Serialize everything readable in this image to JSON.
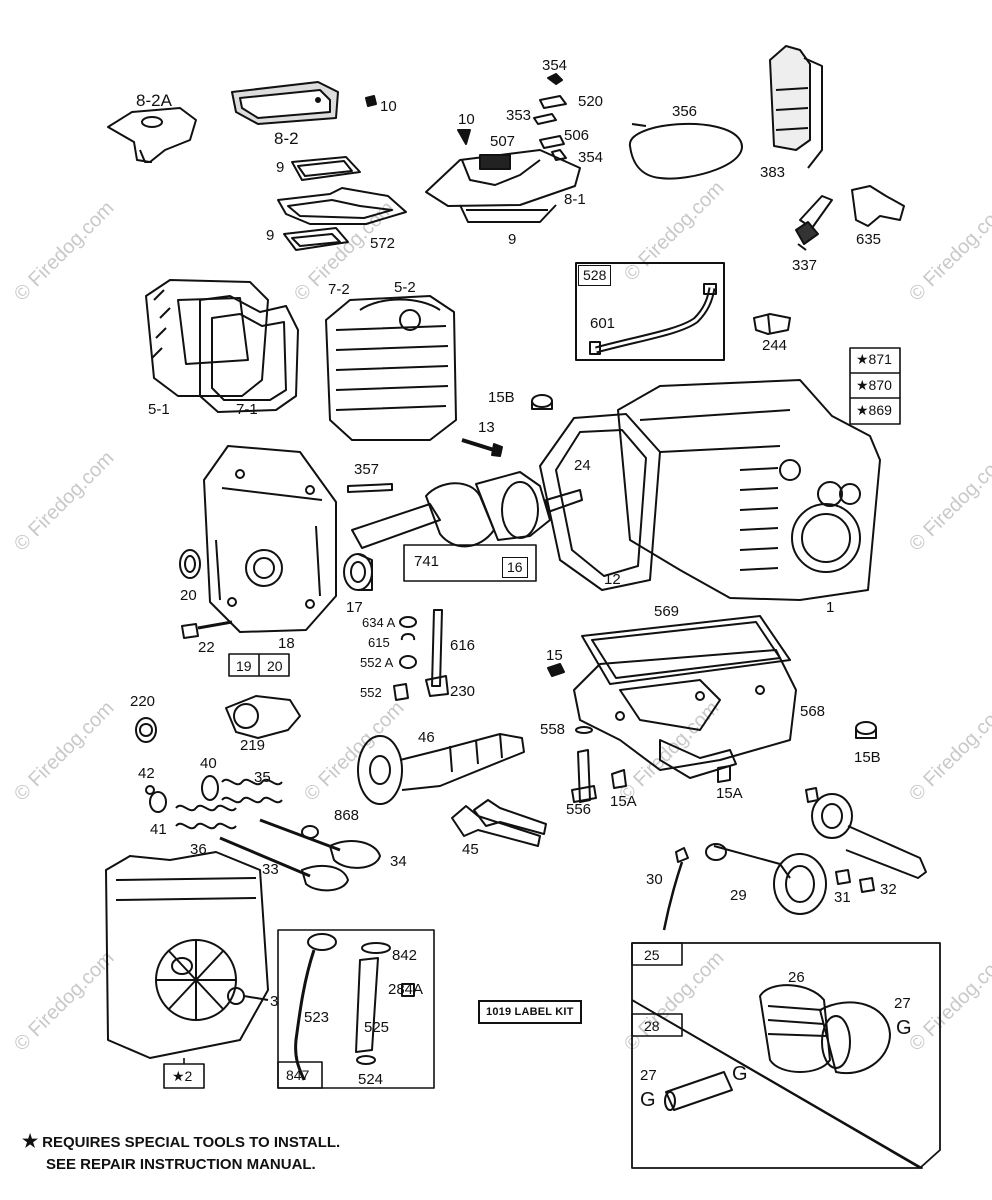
{
  "watermark": "© Firedog.com",
  "labels": {
    "l_8_2a": "8-2A",
    "l_8_2": "8-2",
    "l_10a": "10",
    "l_9a": "9",
    "l_9b": "9",
    "l_572": "572",
    "l_354a": "354",
    "l_520": "520",
    "l_353": "353",
    "l_10b": "10",
    "l_507": "507",
    "l_506": "506",
    "l_354b": "354",
    "l_8_1": "8-1",
    "l_9c": "9",
    "l_356": "356",
    "l_383": "383",
    "l_337": "337",
    "l_635": "635",
    "l_601": "601",
    "l_244": "244",
    "l_5_1": "5-1",
    "l_7_1": "7-1",
    "l_7_2": "7-2",
    "l_5_2": "5-2",
    "l_15b_a": "15B",
    "l_13": "13",
    "l_357": "357",
    "l_24": "24",
    "l_741": "741",
    "l_12": "12",
    "l_1": "1",
    "l_20": "20",
    "l_22": "22",
    "l_18": "18",
    "l_17": "17",
    "l_634a": "634 A",
    "l_615": "615",
    "l_616": "616",
    "l_552a": "552 A",
    "l_552": "552",
    "l_230": "230",
    "l_569": "569",
    "l_15": "15",
    "l_568": "568",
    "l_558": "558",
    "l_220": "220",
    "l_219": "219",
    "l_46": "46",
    "l_15b_b": "15B",
    "l_42": "42",
    "l_40": "40",
    "l_35": "35",
    "l_41": "41",
    "l_868": "868",
    "l_36": "36",
    "l_34": "34",
    "l_33": "33",
    "l_556": "556",
    "l_15a_a": "15A",
    "l_15a_b": "15A",
    "l_45": "45",
    "l_30": "30",
    "l_29": "29",
    "l_31": "31",
    "l_32": "32",
    "l_842": "842",
    "l_284a": "284A",
    "l_523": "523",
    "l_525": "525",
    "l_524": "524",
    "l_3": "3",
    "l_26": "26",
    "l_27a": "27",
    "l_27b": "27"
  },
  "boxed": {
    "b_528": "528",
    "b_871": "★871",
    "b_870": "★870",
    "b_869": "★869",
    "b_16": "16",
    "b_19": "19",
    "b_20": "20",
    "b_2": "★2",
    "b_847": "847",
    "b_25": "25",
    "b_28": "28"
  },
  "g_marks": {
    "g1": "G",
    "g2": "G",
    "g3": "G"
  },
  "label_kit": "1019 LABEL KIT",
  "footnote": {
    "star": "★",
    "line1": "REQUIRES SPECIAL TOOLS TO INSTALL.",
    "line2": "SEE REPAIR INSTRUCTION MANUAL."
  }
}
